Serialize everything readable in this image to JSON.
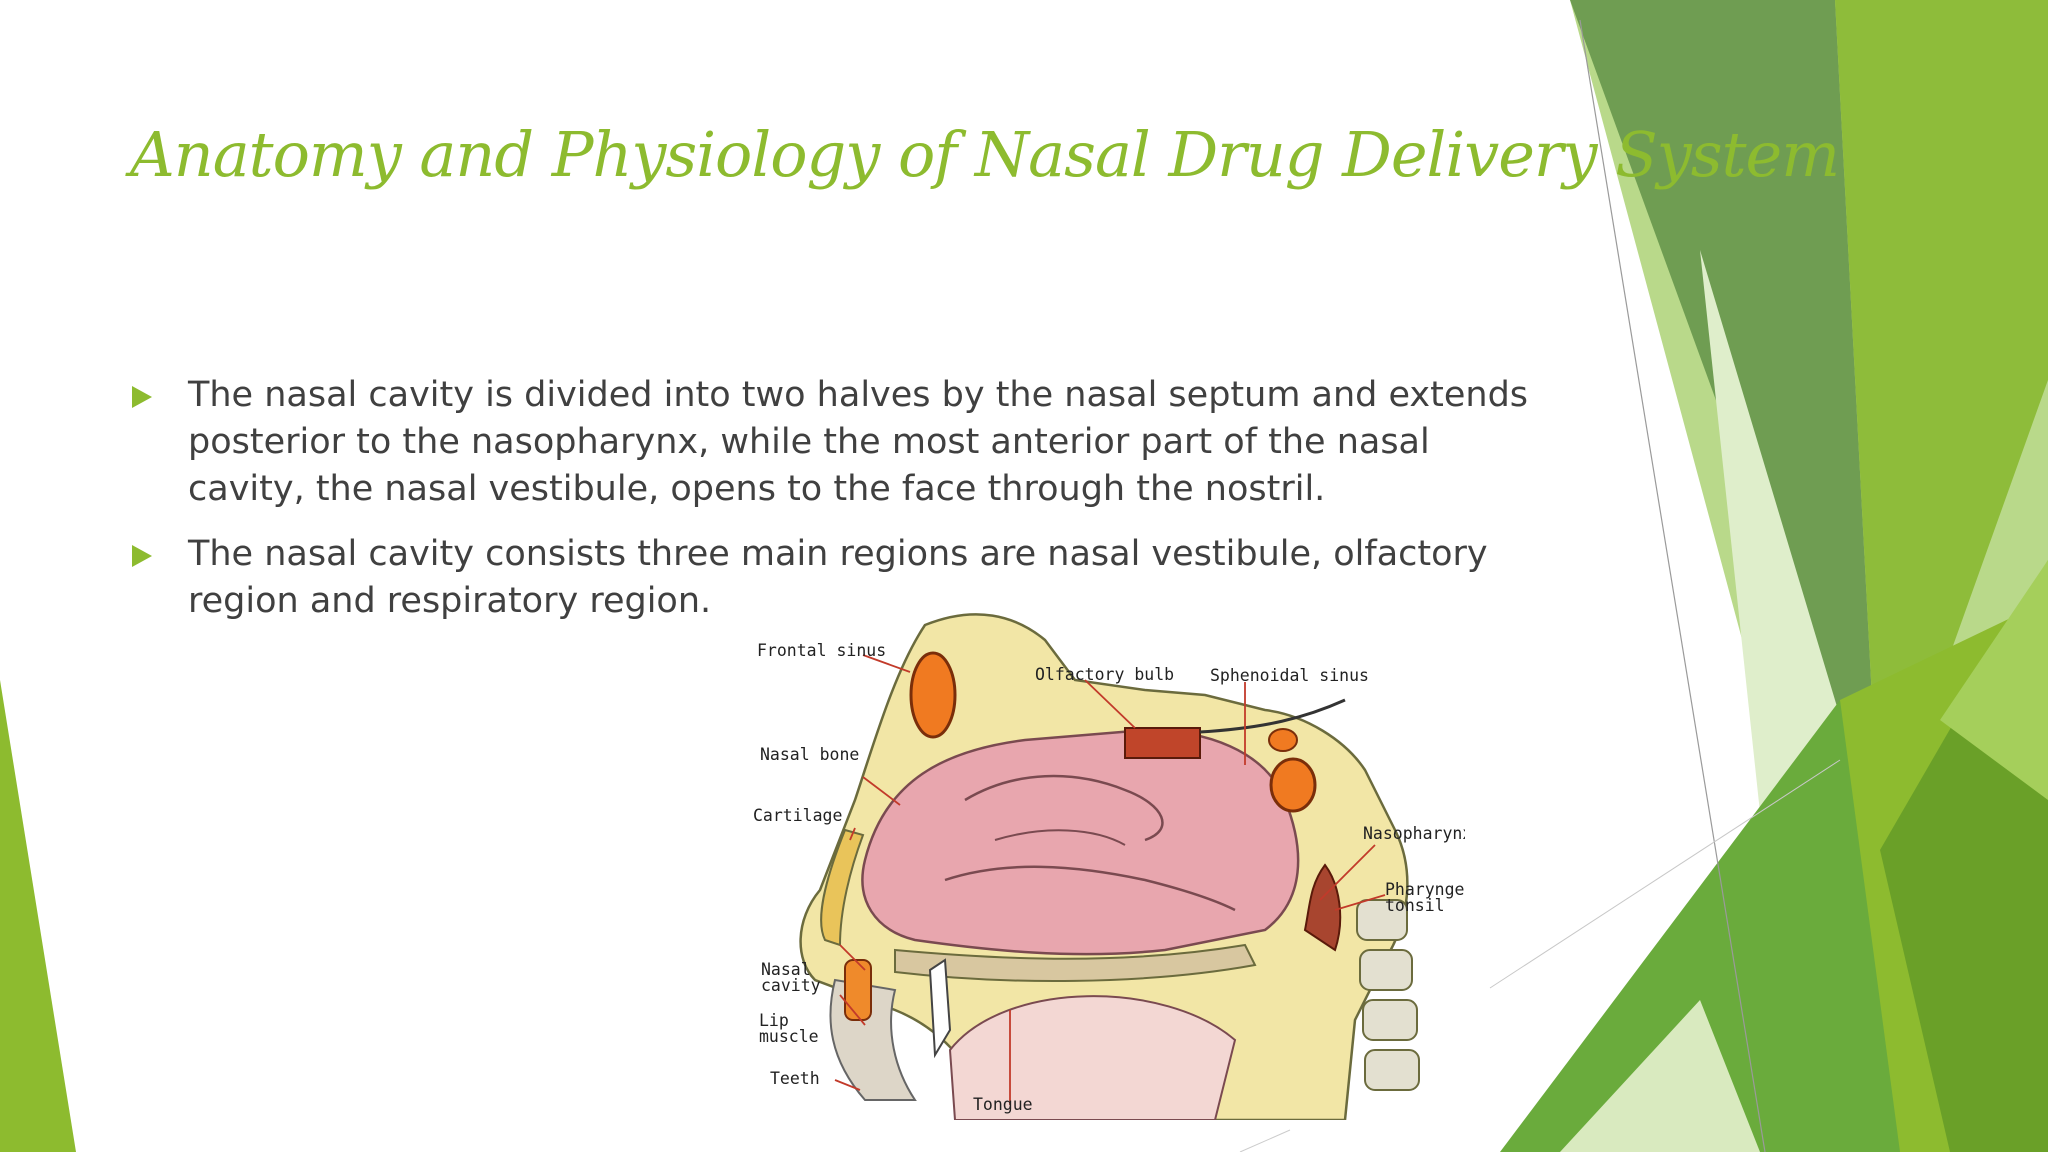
{
  "slide": {
    "title": "Anatomy and Physiology of Nasal Drug Delivery System",
    "bullets": [
      "The nasal cavity is divided into two halves by the nasal septum and extends posterior to the nasopharynx, while the most anterior part of the nasal cavity, the nasal vestibule, opens to the face through the nostril.",
      "The nasal cavity consists three main regions are nasal vestibule, olfactory region and respiratory region."
    ]
  },
  "figure": {
    "labels": {
      "frontal_sinus": "Frontal sinus",
      "olfactory_bulb": "Olfactory bulb",
      "sphenoidal_sinus": "Sphenoidal sinus",
      "nasal_bone": "Nasal bone",
      "cartilage": "Cartilage",
      "nasopharynx": "Nasopharynx",
      "pharyngeal_1": "Pharyngeal",
      "pharyngeal_2": "tonsil",
      "nasal_cavity_1": "Nasal",
      "nasal_cavity_2": "cavity",
      "lip_muscle_1": "Lip",
      "lip_muscle_2": "muscle",
      "teeth": "Teeth",
      "tongue": "Tongue"
    }
  },
  "colors": {
    "accent": "#8dbb2f",
    "text": "#404040"
  }
}
